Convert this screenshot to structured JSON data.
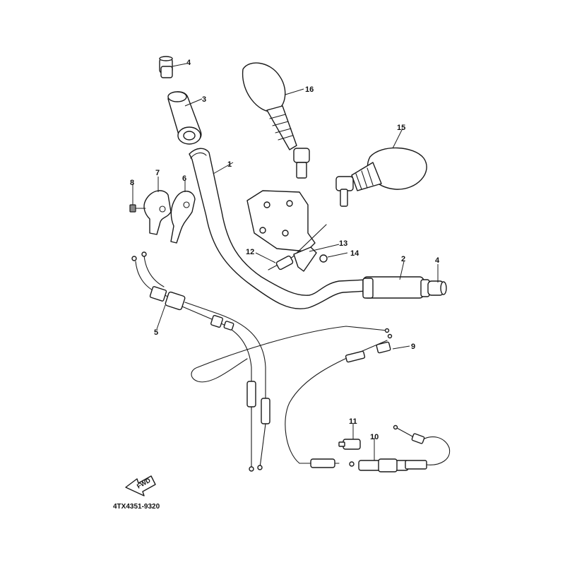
{
  "diagram": {
    "callouts": [
      {
        "id": "c1",
        "text": "1"
      },
      {
        "id": "c2",
        "text": "2"
      },
      {
        "id": "c3",
        "text": "3"
      },
      {
        "id": "c4a",
        "text": "4"
      },
      {
        "id": "c4b",
        "text": "4"
      },
      {
        "id": "c5",
        "text": "5"
      },
      {
        "id": "c6",
        "text": "6"
      },
      {
        "id": "c7",
        "text": "7"
      },
      {
        "id": "c8",
        "text": "8"
      },
      {
        "id": "c9",
        "text": "9"
      },
      {
        "id": "c10",
        "text": "10"
      },
      {
        "id": "c11",
        "text": "11"
      },
      {
        "id": "c12",
        "text": "12"
      },
      {
        "id": "c13",
        "text": "13"
      },
      {
        "id": "c14",
        "text": "14"
      },
      {
        "id": "c15",
        "text": "15"
      },
      {
        "id": "c16",
        "text": "16"
      }
    ],
    "fwd_label": "FWD",
    "diagram_code": "4TX4351-9320"
  }
}
